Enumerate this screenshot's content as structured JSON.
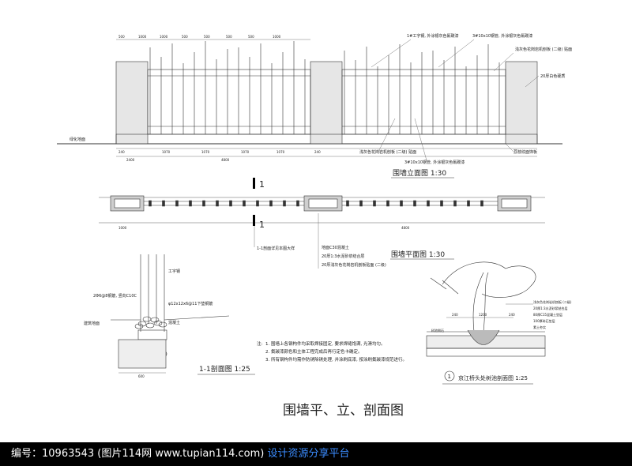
{
  "elevation": {
    "title": "围墙立面图  1:30",
    "callouts": {
      "top1": "1#工字钢, 外涂银灰色氟碳漆",
      "top2": "3#10x10钢管, 外涂银灰色氟碳漆",
      "right1": "浅灰色花岗岩机刨板 (二级) 贴面",
      "right2": "20厚白色硬质",
      "bottom1": "浅灰色花岗岩机刨板 (二级) 贴面",
      "bottom2": "3#10x10钢管, 外涂银灰色氟碳漆",
      "bottom3": "荔枝纹面饰板"
    },
    "ground_label": "绿化地面",
    "dims_top": [
      "500",
      "1000",
      "1000",
      "500",
      "500",
      "500",
      "500",
      "1000"
    ],
    "dims_bottom": [
      "240",
      "1070",
      "1070",
      "1070",
      "1070",
      "240"
    ],
    "dims_total": [
      "2400",
      "4800"
    ]
  },
  "plan": {
    "title": "围墙平面图  1:30",
    "section_mark": "1",
    "section_note": "1-1剖面详见本图大样",
    "notes": [
      "地面C30混凝土",
      "20厚1:3水泥砂浆结合层",
      "20厚浅灰色花岗岩机刨板贴面 (二级)"
    ],
    "dims": [
      "1000",
      "4800"
    ]
  },
  "section": {
    "title": "1-1剖面图  1:25",
    "labels": [
      "工字钢",
      "2Φ6@8钢筋, 竖向C10C",
      "φ12x12x6@11下垫钢筋",
      "建筑地面",
      "混凝土"
    ],
    "dim": "600"
  },
  "notes": {
    "head": "注:",
    "items": [
      "1. 围墙上各钢构件均采取焊接固定, 要求焊缝饱满, 光滑均匀。",
      "2. 氟碳漆颜色和主体工程完成后再行定色卡确定。",
      "3. 所有钢构件均需作防锈除锈处理, 并涂刷底漆, 按涂刷氟碳漆规范进行。"
    ]
  },
  "tree_pit": {
    "title": "京江桥头处树池剖面图  1:25",
    "number": "1",
    "labels": [
      "浅灰色花岗岩机刨板 (二级)",
      "20厚1:3水泥砂浆结合层",
      "80厚C15混凝土垫层",
      "100厚碎石垫层",
      "素土夯实"
    ],
    "left_label": "树池侧石",
    "dims": [
      "240",
      "1200",
      "240"
    ]
  },
  "main_title": "围墙平、立、剖面图",
  "footer": {
    "id_text": "编号：10963543 (图片114网 www.tupian114.com)",
    "link_text": "设计资源分享平台"
  }
}
